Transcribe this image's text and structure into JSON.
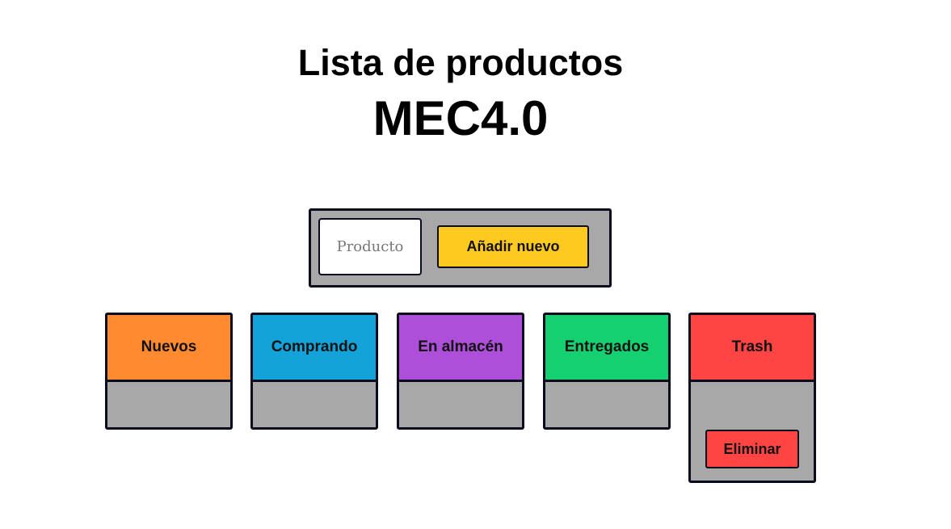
{
  "header": {
    "title": "Lista de productos",
    "subtitle": "MEC4.0"
  },
  "form": {
    "input_placeholder": "Producto",
    "input_value": "",
    "add_label": "Añadir nuevo"
  },
  "columns": [
    {
      "label": "Nuevos",
      "color": "#ff8a30"
    },
    {
      "label": "Comprando",
      "color": "#14a3d9"
    },
    {
      "label": "En almacén",
      "color": "#ad4fd8"
    },
    {
      "label": "Entregados",
      "color": "#14d070"
    },
    {
      "label": "Trash",
      "color": "#ff4444",
      "action_label": "Eliminar"
    }
  ]
}
